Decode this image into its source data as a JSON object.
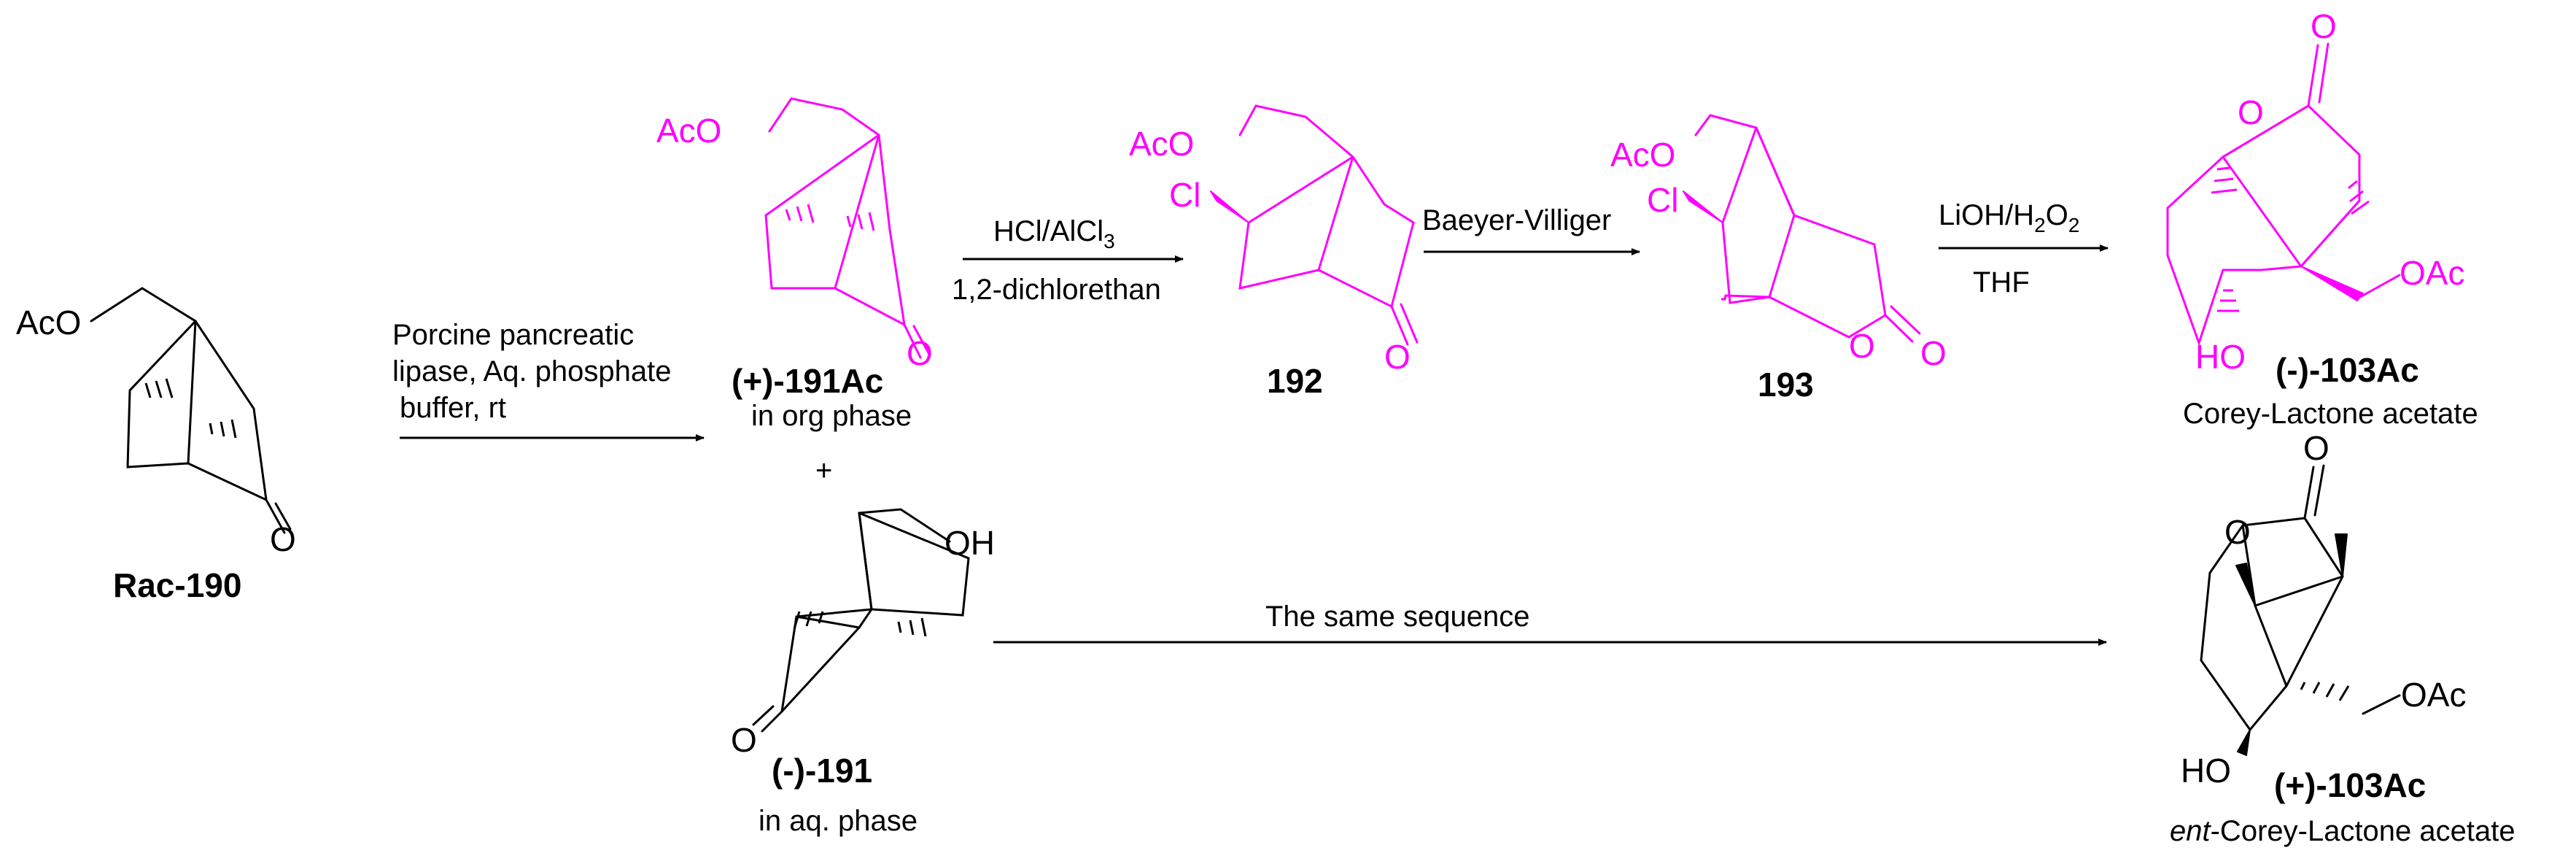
{
  "atoms": {
    "aco": "AcO",
    "oac": "OAc",
    "o": "O",
    "oh": "OH",
    "ho": "HO",
    "cl": "Cl"
  },
  "compounds": {
    "rac190": "Rac-190",
    "c191ac": "(+)-191Ac",
    "c191": "(-)-191",
    "c192": "192",
    "c193": "193",
    "c103ac_minus": "(-)-103Ac",
    "c103ac_plus": "(+)-103Ac"
  },
  "notes": {
    "in_org_phase": "in org phase",
    "plus": "+",
    "in_aq_phase": "in aq. phase",
    "corey_lactone": "Corey-Lactone acetate",
    "ent_prefix": "ent",
    "ent_rest": "-Corey-Lactone acetate"
  },
  "reagents": {
    "step1_line1": "Porcine pancreatic",
    "step1_line2": "lipase, Aq. phosphate",
    "step1_line3": "buffer, rt",
    "step2_above": "HCl/AlCl",
    "step2_above_sub": "3",
    "step2_below": "1,2-dichlorethan",
    "step3_above": "Baeyer-Villiger",
    "step4_above_a": "LiOH/H",
    "step4_above_sub1": "2",
    "step4_above_b": "O",
    "step4_above_sub2": "2",
    "step4_below": "THF",
    "same_sequence": "The same sequence"
  },
  "colors": {
    "highlight": "#ff00ff",
    "default": "#000000"
  }
}
